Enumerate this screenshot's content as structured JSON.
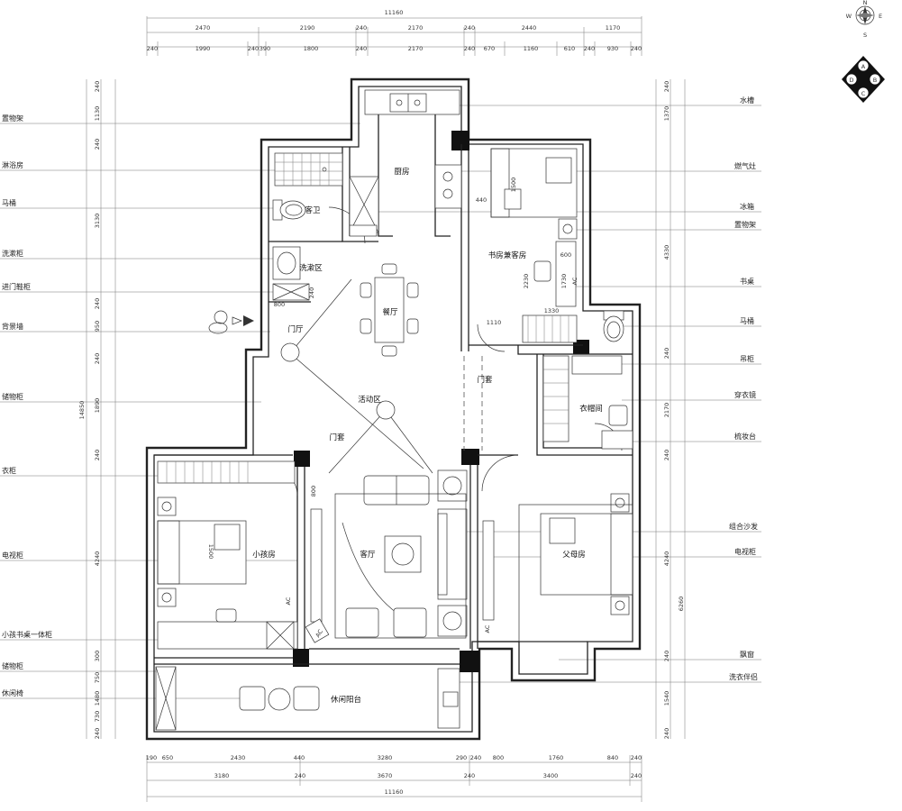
{
  "rooms": {
    "kitchen": "厨房",
    "guest_bath": "客卫",
    "wash_area": "洗漱区",
    "dining": "餐厅",
    "foyer": "门厅",
    "study_guest": "书房兼客房",
    "activity": "活动区",
    "cloakroom": "衣帽间",
    "kids_room": "小孩房",
    "living": "客厅",
    "parents_room": "父母房",
    "balcony": "休闲阳台",
    "door_set_1": "门套",
    "door_set_2": "门套"
  },
  "labels_left": [
    "置物架",
    "淋浴房",
    "马桶",
    "洗漱柜",
    "进门鞋柜",
    "背景墙",
    "储物柜",
    "衣柜",
    "电视柜",
    "小孩书桌一体柜",
    "储物柜",
    "休闲椅"
  ],
  "labels_right": [
    "水槽",
    "燃气灶",
    "冰箱",
    "置物架",
    "书桌",
    "马桶",
    "吊柜",
    "穿衣镜",
    "梳妆台",
    "组合沙发",
    "电视柜",
    "飘窗",
    "洗衣伴侣"
  ],
  "dims_top_total": "11160",
  "dims_top_row1": [
    "2470",
    "2190",
    "240",
    "2170",
    "240",
    "2440",
    "1170"
  ],
  "dims_top_row2": [
    "240",
    "1990",
    "240",
    "390",
    "1800",
    "240",
    "2170",
    "240",
    "670",
    "1160",
    "610",
    "240",
    "930",
    "240"
  ],
  "dims_bottom_row1": [
    "190",
    "650",
    "2430",
    "440",
    "3280",
    "290",
    "240",
    "800",
    "1760",
    "840",
    "240"
  ],
  "dims_bottom_row2": [
    "3180",
    "240",
    "3670",
    "240",
    "3400",
    "240"
  ],
  "dims_bottom_total": "11160",
  "dims_left_outer": [
    "240",
    "1130",
    "240",
    "3130",
    "240",
    "950",
    "240",
    "1890",
    "240",
    "4240",
    "300",
    "750",
    "1480",
    "730",
    "240"
  ],
  "dims_left_total": "14850",
  "dims_right_outer": [
    "240",
    "1370",
    "4330",
    "240",
    "2170",
    "240",
    "4240",
    "6260",
    "240",
    "1540",
    "240"
  ],
  "inner_dims": {
    "d440": "440",
    "d1500a": "1500",
    "d2230": "2230",
    "d600": "600",
    "d1730": "1730",
    "d1330": "1330",
    "d1110": "1110",
    "d800a": "800",
    "d800b": "800",
    "d240": "240",
    "d1500b": "1500",
    "ac": "AC"
  },
  "compass": {
    "top": "N",
    "left": "W",
    "right": "E",
    "bottom": "S"
  },
  "view_markers": [
    "A",
    "B",
    "C",
    "D"
  ]
}
